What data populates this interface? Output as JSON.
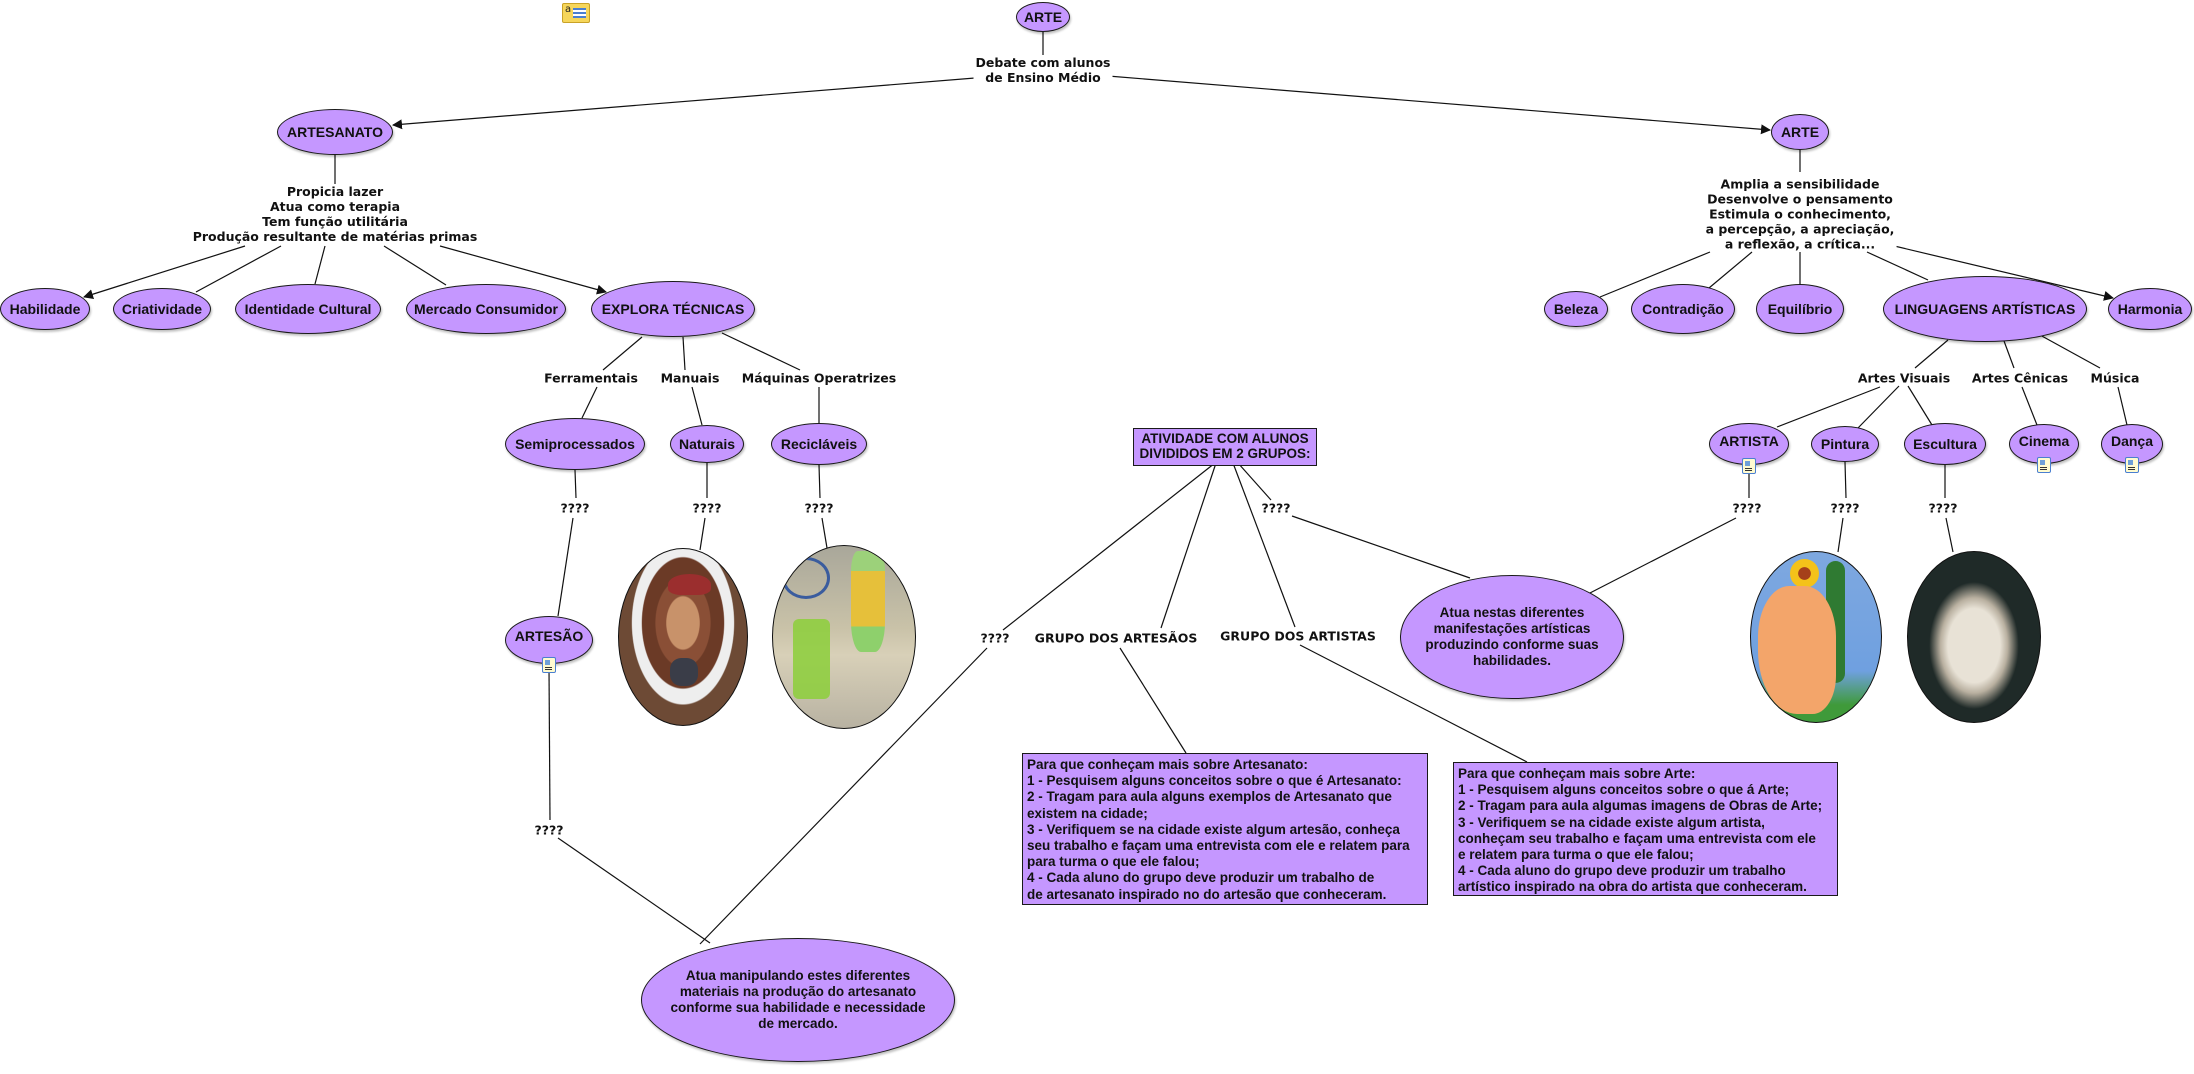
{
  "colors": {
    "node_fill": "#c597ff",
    "stroke": "#1a1a1a",
    "background": "#ffffff"
  },
  "toolbar": {
    "note_icon": "annotation-note-icon"
  },
  "root": {
    "label": "ARTE"
  },
  "root_link": "Debate com alunos\nde Ensino Médio",
  "artesanato": {
    "label": "ARTESANATO",
    "link": "Propicia lazer\nAtua como terapia\nTem função utilitária\nProdução resultante de matérias primas",
    "children": [
      "Habilidade",
      "Criatividade",
      "Identidade Cultural",
      "Mercado Consumidor",
      "EXPLORA TÉCNICAS"
    ],
    "techniques": {
      "links": [
        "Ferramentais",
        "Manuais",
        "Máquinas Operatrizes"
      ],
      "materials": [
        "Semiprocessados",
        "Naturais",
        "Recicláveis"
      ],
      "unknown": [
        "????",
        "????",
        "????"
      ]
    },
    "artisan": {
      "label": "ARTESÃO",
      "unknown": "????"
    },
    "result": "Atua manipulando estes diferentes\nmateriais na produção do artesanato\nconforme sua habilidade e necessidade\nde mercado."
  },
  "arte": {
    "label": "ARTE",
    "link": "Amplia a sensibilidade\nDesenvolve o pensamento\nEstimula o conhecimento,\na percepção, a apreciação,\na reflexão, a crítica...",
    "children": [
      "Beleza",
      "Contradição",
      "Equilíbrio",
      "LINGUAGENS ARTÍSTICAS",
      "Harmonia"
    ],
    "languages": {
      "links": [
        "Artes Visuais",
        "Artes Cênicas",
        "Música"
      ],
      "items": [
        "ARTISTA",
        "Pintura",
        "Escultura",
        "Cinema",
        "Dança"
      ],
      "unknown": [
        "????",
        "????",
        "????"
      ]
    },
    "result": "Atua nestas diferentes\nmanifestações artísticas\nproduzindo conforme suas\nhabilidades."
  },
  "activity": {
    "title": "ATIVIDADE COM ALUNOS\nDIVIDIDOS EM 2 GRUPOS:",
    "unknown_left": "????",
    "unknown_right": "????",
    "group_artisans": "GRUPO DOS ARTESÃOS",
    "group_artists": "GRUPO DOS ARTISTAS",
    "artisans_task": "Para que conheçam mais sobre Artesanato:\n1 - Pesquisem alguns conceitos sobre o que é Artesanato:\n2 - Tragam para aula alguns exemplos de Artesanato que\nexistem na cidade;\n3 - Verifiquem se na cidade existe algum artesão, conheça\nseu trabalho e façam uma entrevista com ele e relatem para\npara turma o que ele falou;\n4 - Cada aluno do grupo deve produzir um trabalho de\nde artesanato inspirado no do artesão que conheceram.",
    "artists_task": "Para que conheçam mais sobre Arte:\n1 - Pesquisem alguns conceitos sobre o que á Arte;\n2 - Tragam para aula algumas imagens de Obras de Arte;\n3 - Verifiquem se na cidade existe algum artista,\nconheçam seu trabalho e façam uma entrevista com ele\ne relatem para turma o que ele falou;\n4 - Cada aluno do grupo deve produzir um trabalho\nartístico inspirado na obra do artista que conheceram."
  },
  "images": [
    "carved-wood-portrait",
    "recycled-bottle-craft",
    "abaporu-painting",
    "pieta-sculpture"
  ]
}
